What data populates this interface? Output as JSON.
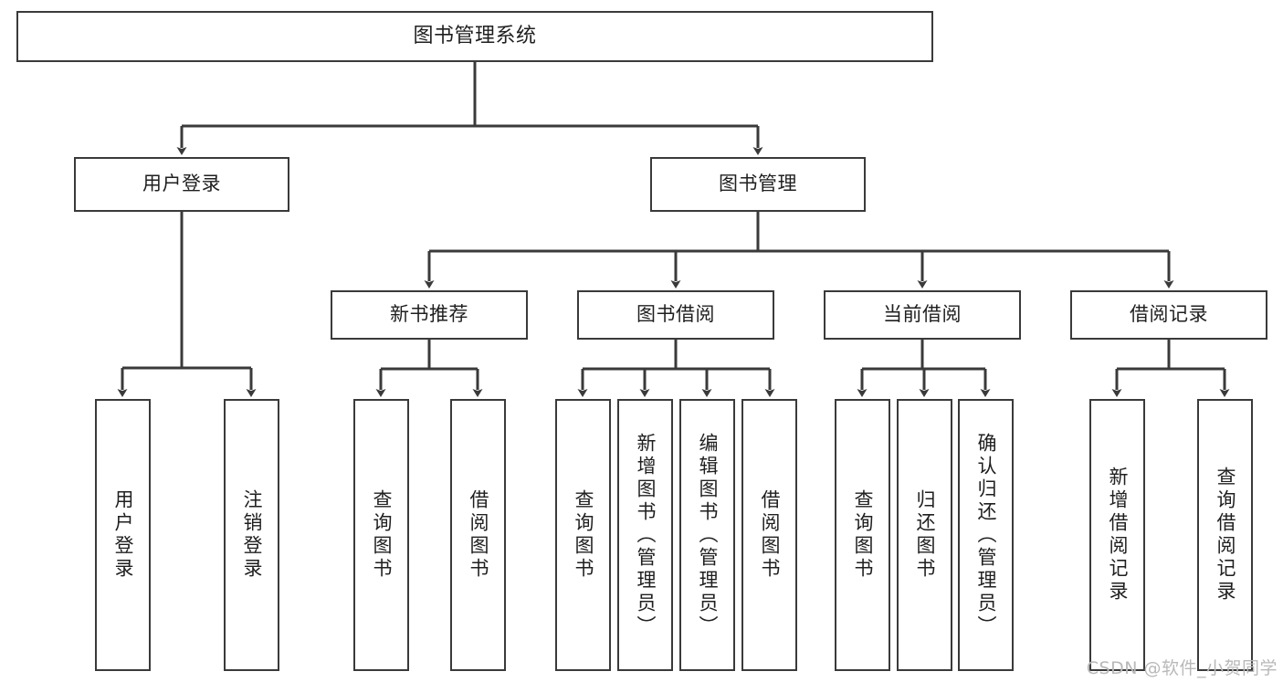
{
  "diagram": {
    "title": "图书管理系统",
    "type": "tree-hierarchy",
    "root": {
      "label": "图书管理系统"
    },
    "level2": [
      {
        "label": "用户登录"
      },
      {
        "label": "图书管理"
      }
    ],
    "level3": [
      {
        "label": "新书推荐"
      },
      {
        "label": "图书借阅"
      },
      {
        "label": "当前借阅"
      },
      {
        "label": "借阅记录"
      }
    ],
    "leaves": {
      "user_login": [
        {
          "label": "用户登录"
        },
        {
          "label": "注销登录"
        }
      ],
      "new_book_recommend": [
        {
          "label": "查询图书"
        },
        {
          "label": "借阅图书"
        }
      ],
      "book_borrow": [
        {
          "label": "查询图书"
        },
        {
          "label": "新增图书（管理员）"
        },
        {
          "label": "编辑图书（管理员）"
        },
        {
          "label": "借阅图书"
        }
      ],
      "current_borrow": [
        {
          "label": "查询图书"
        },
        {
          "label": "归还图书"
        },
        {
          "label": "确认归还（管理员）"
        }
      ],
      "borrow_record": [
        {
          "label": "新增借阅记录"
        },
        {
          "label": "查询借阅记录"
        }
      ]
    }
  },
  "watermark": {
    "text": "CSDN @软件_小贺同学"
  },
  "colors": {
    "stroke": "#3a3a3a",
    "background": "#ffffff",
    "text": "#1f1f1f",
    "watermark": "#b9b9b9"
  }
}
